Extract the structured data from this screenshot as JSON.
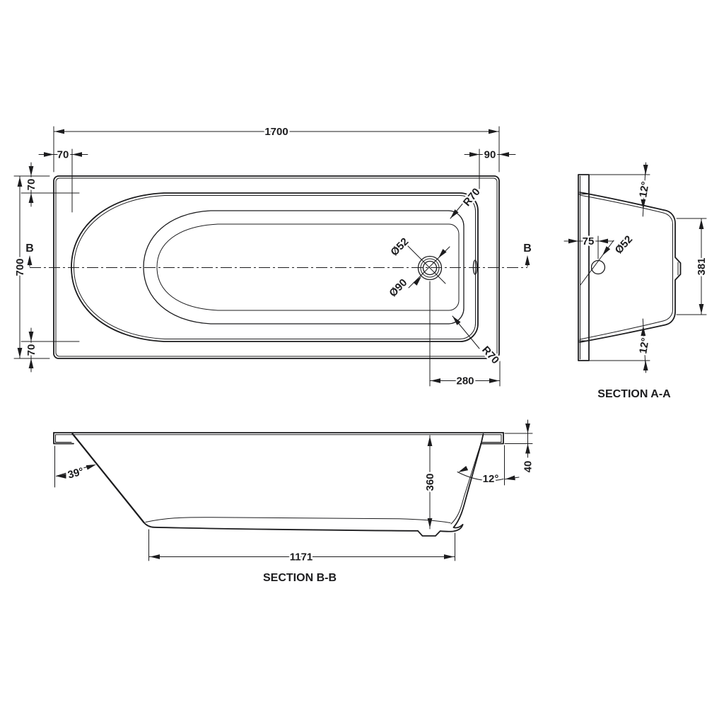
{
  "drawing_type": "bathtub technical drawing",
  "colors": {
    "line": "#1c1c1e",
    "background": "#ffffff"
  },
  "plan": {
    "overall_length": "1700",
    "overall_width": "700",
    "head_end_inset": "70",
    "side_inset_top": "70",
    "side_inset_bottom": "70",
    "foot_end_inset": "90",
    "corner_radius_top": "R70",
    "corner_radius_bottom": "R70",
    "waste_diameter": "Ø52",
    "waste_recess_diameter": "Ø90",
    "waste_to_end": "280",
    "section_marker_left": "B",
    "section_marker_right": "B"
  },
  "section_aa": {
    "title": "SECTION A-A",
    "wall_angle_top": "12°",
    "wall_angle_bottom": "12°",
    "overflow_inset": "75",
    "overflow_diameter": "Ø52",
    "internal_width": "381"
  },
  "section_bb": {
    "title": "SECTION B-B",
    "head_slope_angle": "39°",
    "foot_slope_angle": "12°",
    "rim_height": "40",
    "internal_depth": "360",
    "base_length": "1171"
  }
}
